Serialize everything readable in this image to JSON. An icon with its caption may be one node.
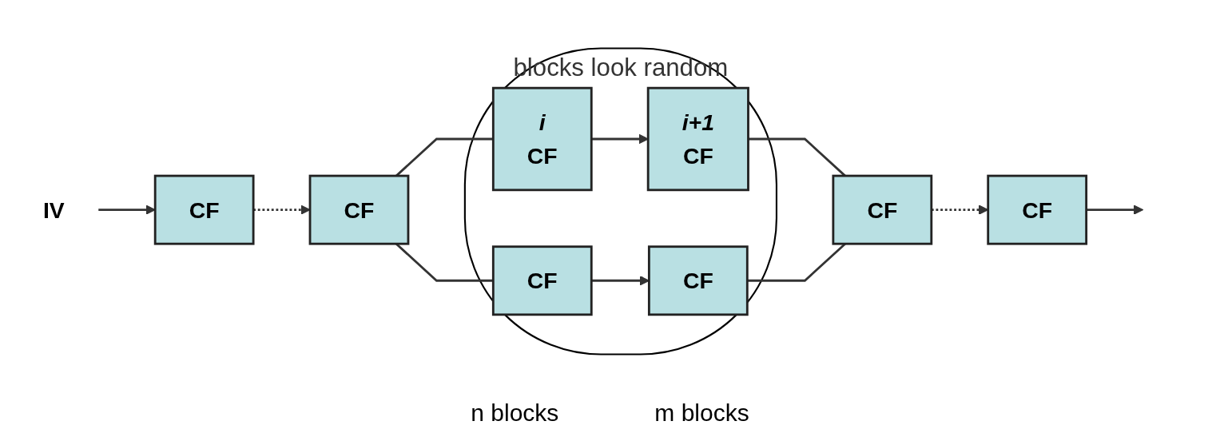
{
  "diagram": {
    "nodes": [
      {
        "text": [
          "IV"
        ]
      },
      {
        "text": [
          "CF"
        ]
      },
      {
        "text": [
          "CF"
        ]
      },
      {
        "text": [
          "blocks look random"
        ]
      },
      {
        "text": [
          "i",
          "CF"
        ],
        "in": 3
      },
      {
        "text": [
          "i+1",
          "CF"
        ],
        "in": 3
      },
      {
        "text": [
          "CF"
        ],
        "in": 3
      },
      {
        "text": [
          "CF"
        ],
        "in": 3
      },
      {
        "text": [
          "CF"
        ]
      },
      {
        "text": [
          "CF"
        ]
      }
    ],
    "edges": [
      {
        "from": 0,
        "to": 1,
        "arrow": "to"
      },
      {
        "from": 1,
        "to": 2,
        "arrow": "to",
        "style": "dashed"
      },
      {
        "from": 2,
        "to": 4,
        "arrow": "none"
      },
      {
        "from": 2,
        "to": 6,
        "arrow": "none"
      },
      {
        "from": 4,
        "to": 5,
        "arrow": "to"
      },
      {
        "from": 6,
        "to": 7,
        "arrow": "to"
      },
      {
        "from": 5,
        "to": 8,
        "arrow": "none"
      },
      {
        "from": 7,
        "to": 8,
        "arrow": "none"
      },
      {
        "from": 8,
        "to": 9,
        "arrow": "to",
        "style": "dashed"
      },
      {
        "from": 9,
        "to": null,
        "arrow": "to"
      }
    ],
    "labels": [
      "n blocks",
      "m blocks"
    ]
  }
}
